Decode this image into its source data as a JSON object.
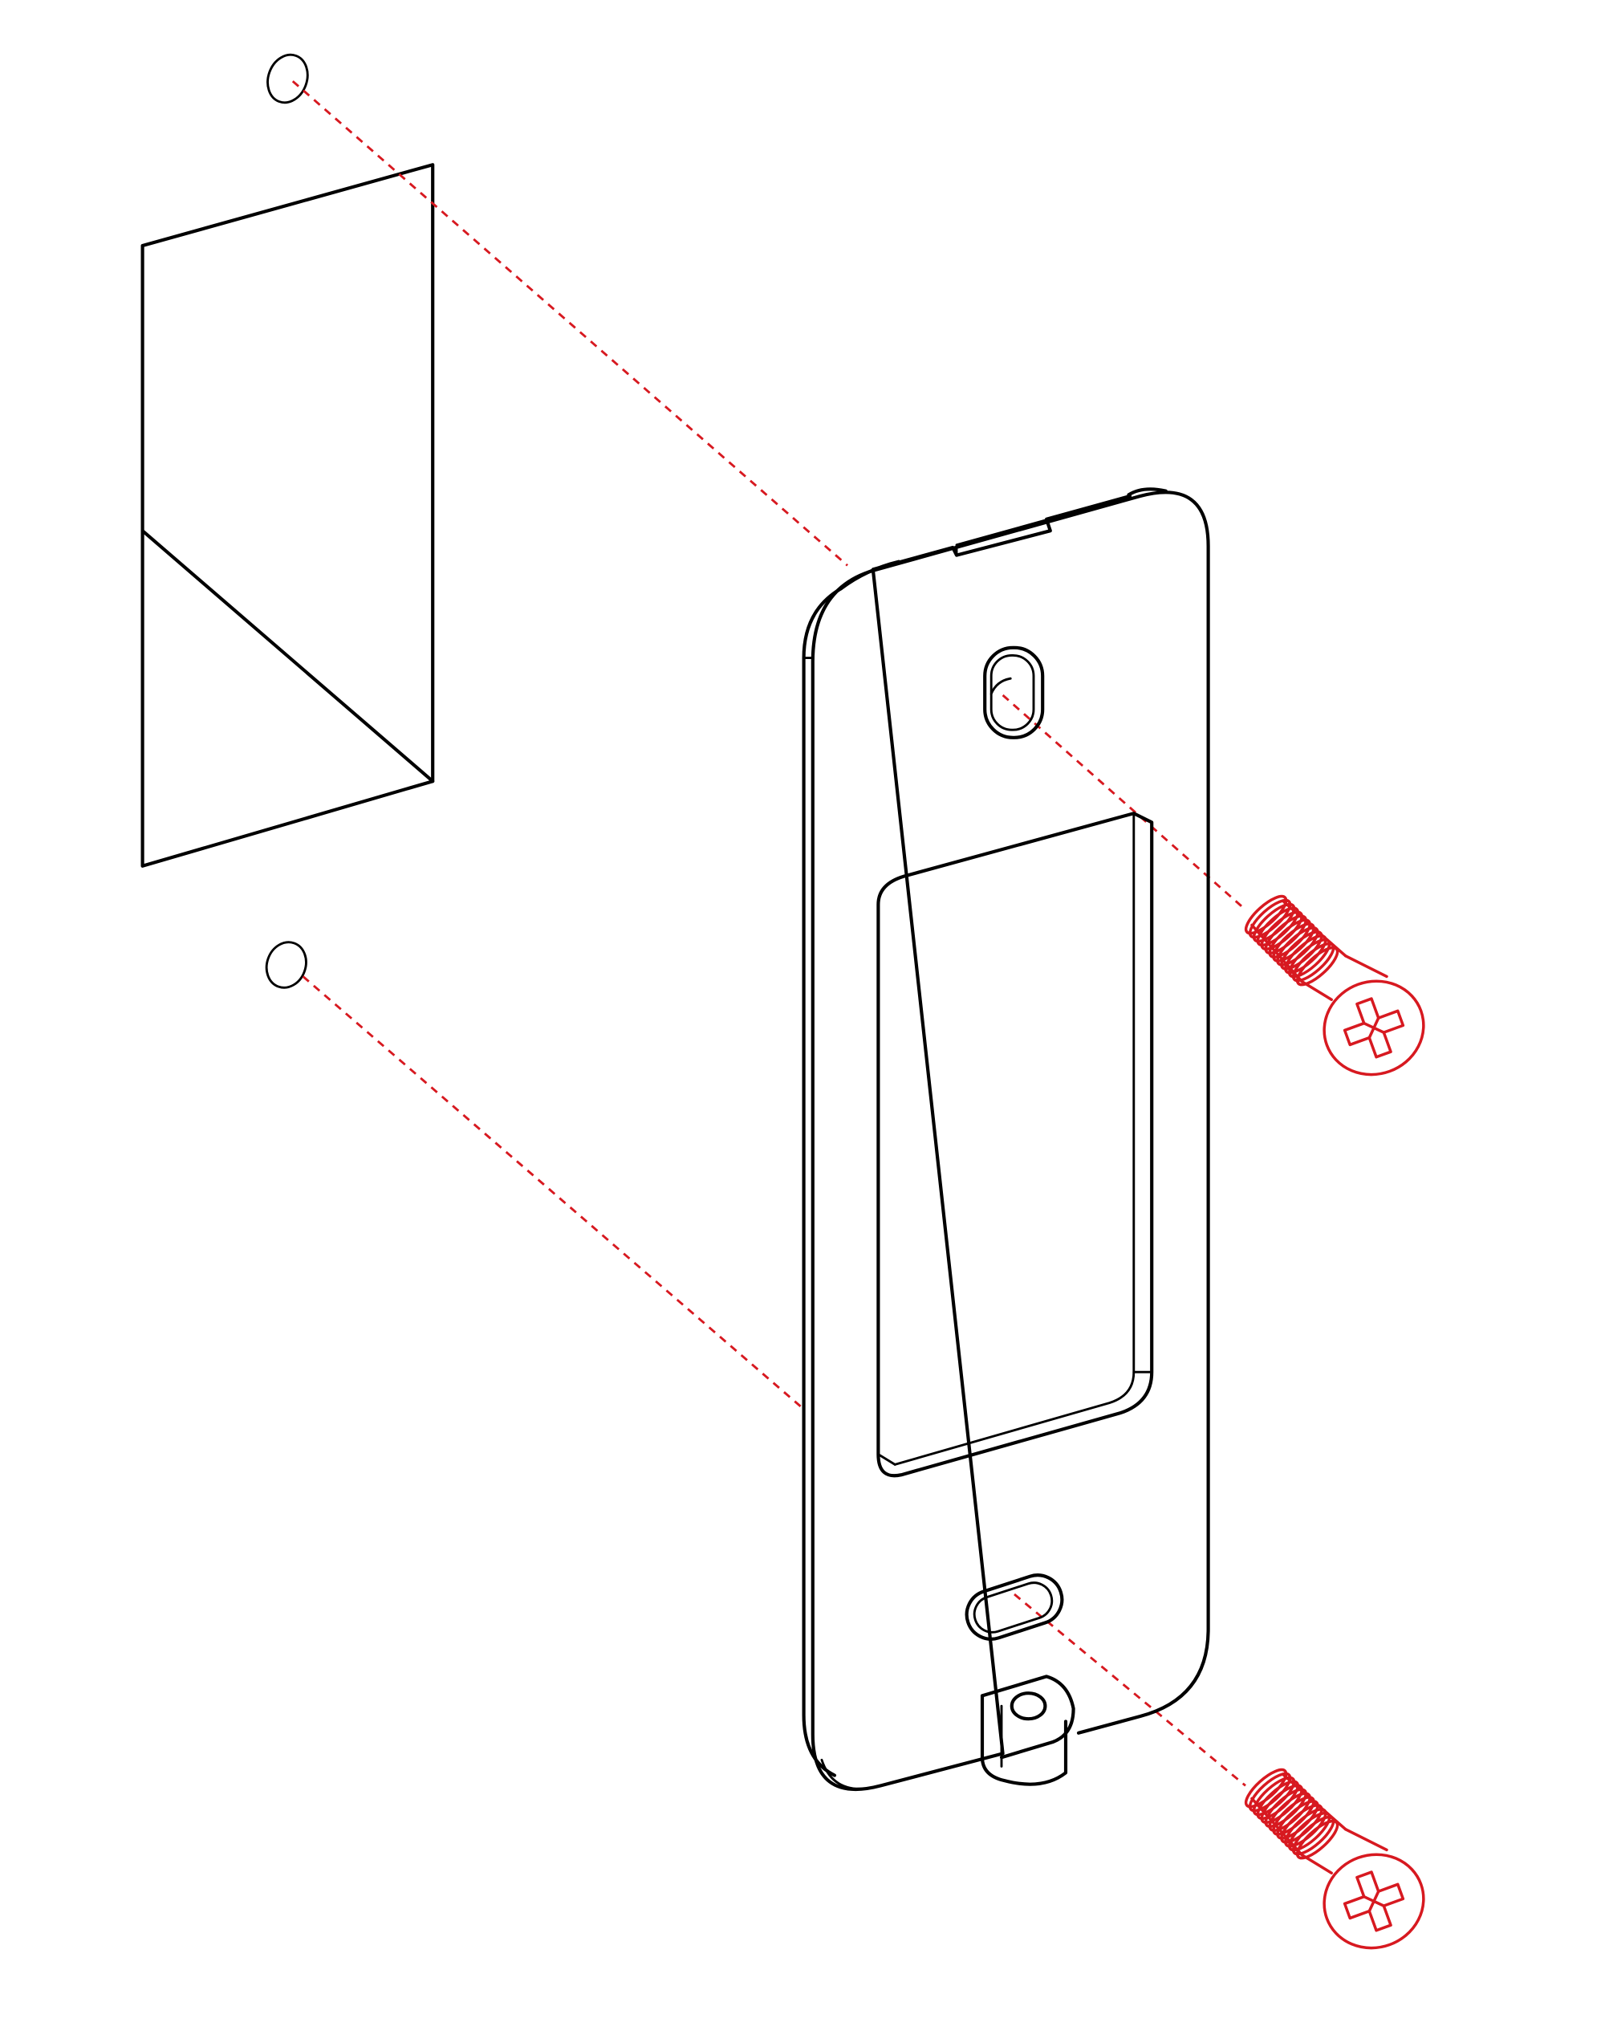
{
  "figure": {
    "kind": "exploded-assembly",
    "parts": [
      "strike-plate",
      "wall-cutout",
      "pilot-hole-top",
      "pilot-hole-bottom",
      "screw-top",
      "screw-bottom"
    ]
  },
  "colors": {
    "outline": "#000000",
    "guide_line": "#d71920",
    "screw": "#d71920",
    "background": "#ffffff"
  }
}
